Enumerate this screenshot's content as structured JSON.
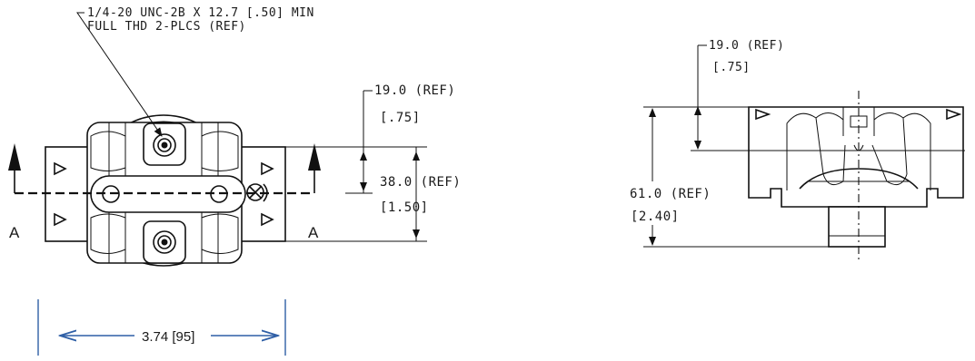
{
  "thread_note": {
    "line1": "1/4-20 UNC-2B X 12.7 [.50] MIN",
    "line2": "FULL THD 2-PLCS (REF)"
  },
  "front_view": {
    "ref_top": "19.0 (REF)",
    "ref_top_in": "[.75]",
    "width_ref": "38.0  (REF)",
    "width_ref_in": "[1.50]",
    "section_left": "A",
    "section_right": "A"
  },
  "side_view": {
    "ref_top": "19.0 (REF)",
    "ref_top_in": "[.75]",
    "height_ref": "61.0  (REF)",
    "height_ref_in": "[2.40]"
  },
  "overall_width": {
    "label": "3.74  [95]"
  },
  "colors": {
    "line": "#111111",
    "dimension_blue": "#2f5fa6"
  }
}
